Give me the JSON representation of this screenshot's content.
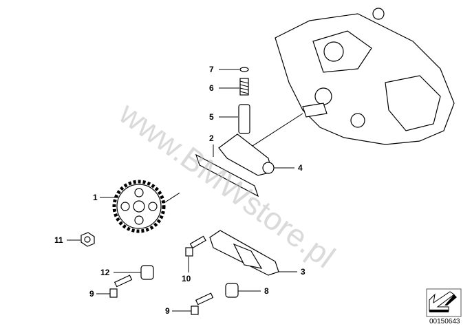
{
  "diagram": {
    "watermark": "www.BMWstore.pl",
    "code": "00150643",
    "callouts": [
      {
        "id": "c7",
        "label": "7"
      },
      {
        "id": "c6",
        "label": "6"
      },
      {
        "id": "c5",
        "label": "5"
      },
      {
        "id": "c2",
        "label": "2"
      },
      {
        "id": "c4",
        "label": "4"
      },
      {
        "id": "c1",
        "label": "1"
      },
      {
        "id": "c11",
        "label": "11"
      },
      {
        "id": "c12",
        "label": "12"
      },
      {
        "id": "c3",
        "label": "3"
      },
      {
        "id": "c10",
        "label": "10"
      },
      {
        "id": "c9a",
        "label": "9"
      },
      {
        "id": "c8",
        "label": "8"
      },
      {
        "id": "c9b",
        "label": "9"
      }
    ]
  }
}
